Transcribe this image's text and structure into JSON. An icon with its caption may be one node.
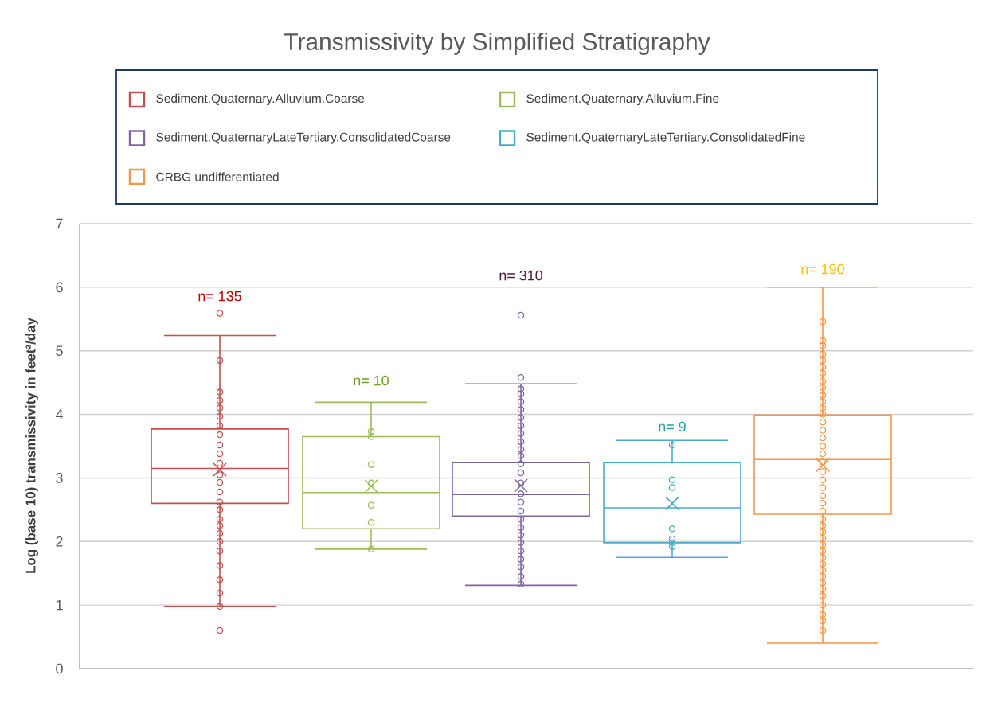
{
  "diagram": {
    "title": "Transmissivity by Simplified Stratigraphy",
    "legend": [
      {
        "text": "Sediment.Quaternary.Alluvium.Coarse",
        "color": "#c0504d"
      },
      {
        "text": "Sediment.Quaternary.Alluvium.Fine",
        "color": "#9bbb59"
      },
      {
        "text": "Sediment.QuaternaryLateTertiary.ConsolidatedCoarse",
        "color": "#8064a2"
      },
      {
        "text": "Sediment.QuaternaryLateTertiary.ConsolidatedFine",
        "color": "#4bacc6"
      },
      {
        "text": "CRBG undifferentiated",
        "color": "#f79646"
      }
    ],
    "labels": [
      "Log (base 10)  transmissivity in feet²/day",
      "7",
      "6",
      "5",
      "4",
      "3",
      "2",
      "1",
      "0",
      "n= 135",
      "n= 10",
      "n= 310",
      "n= 9",
      "n= 190"
    ]
  }
}
